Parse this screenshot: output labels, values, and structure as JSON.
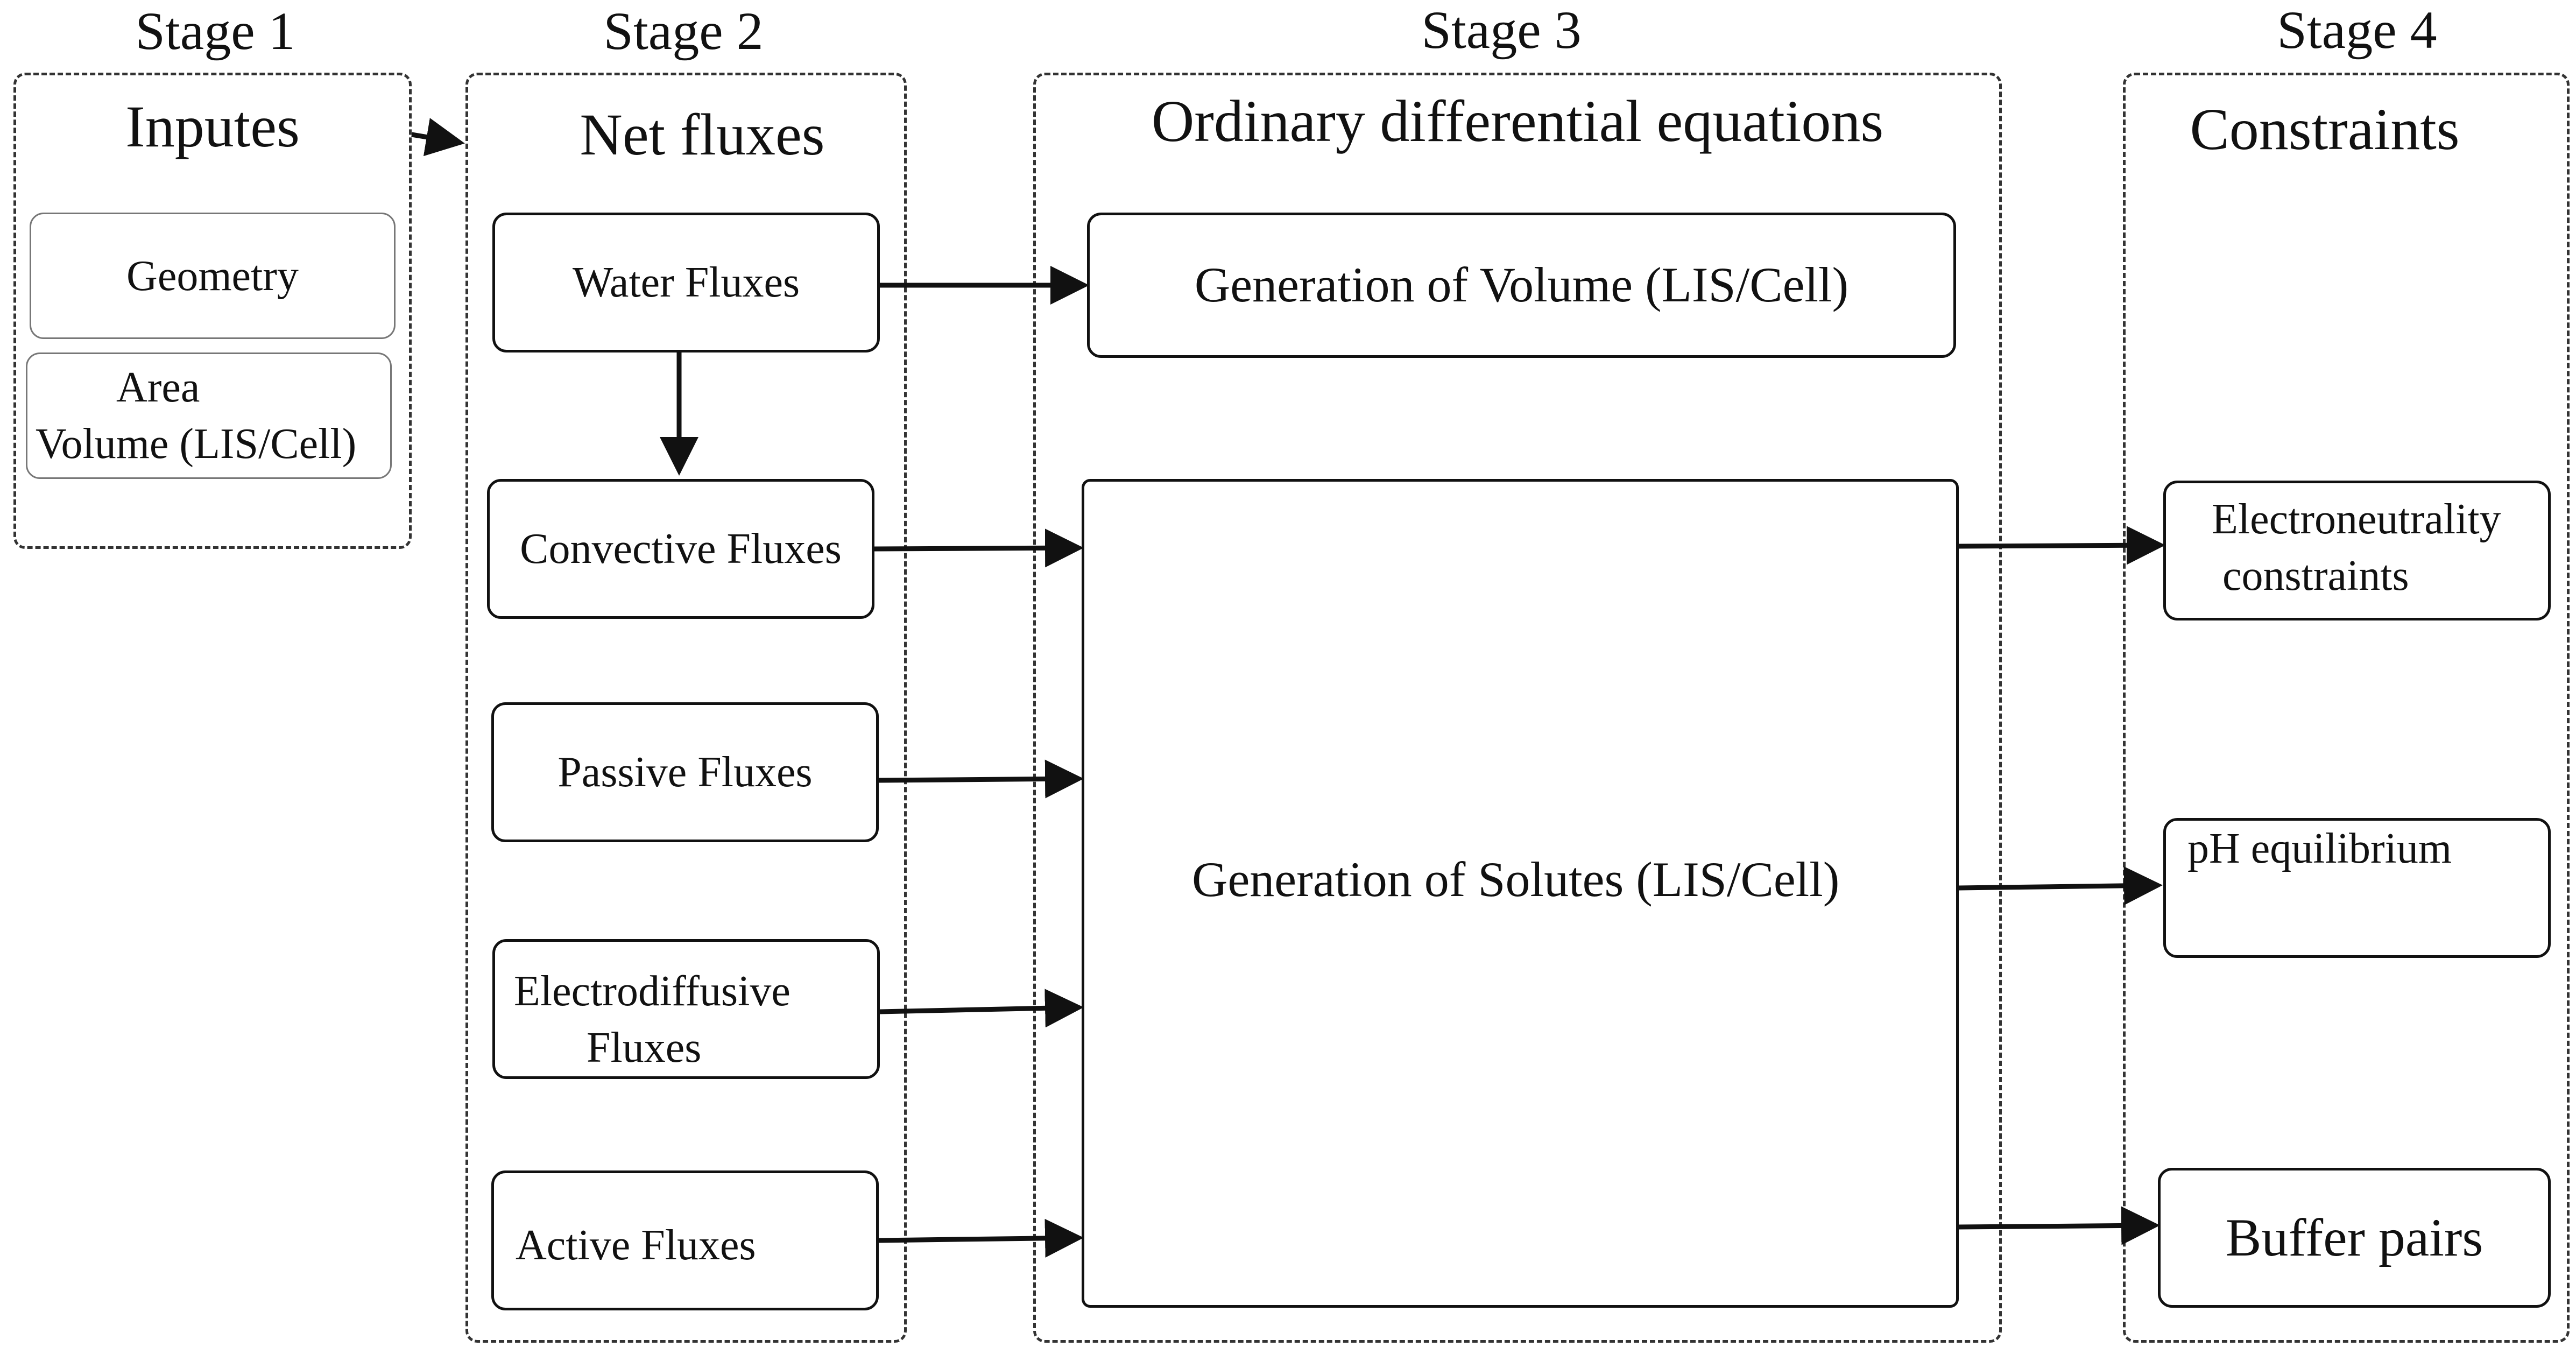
{
  "stages": [
    {
      "label": "Stage 1",
      "title": "Inputes"
    },
    {
      "label": "Stage 2",
      "title": "Net fluxes"
    },
    {
      "label": "Stage 3",
      "title": "Ordinary differential equations"
    },
    {
      "label": "Stage 4",
      "title": "Constraints"
    }
  ],
  "inputs": {
    "geometry": "Geometry",
    "area": "Area",
    "volume": "Volume (LIS/Cell)"
  },
  "fluxes": {
    "water": "Water Fluxes",
    "convective": "Convective Fluxes",
    "passive": "Passive Fluxes",
    "electrodiffusive_1": "Electrodiffusive",
    "electrodiffusive_2": "Fluxes",
    "active": "Active Fluxes"
  },
  "equations": {
    "volume": "Generation of Volume (LIS/Cell)",
    "solutes": "Generation of Solutes (LIS/Cell)"
  },
  "constraints": {
    "electroneutrality_1": "Electroneutrality",
    "electroneutrality_2": "constraints",
    "ph": "pH equilibrium",
    "buffer": "Buffer pairs"
  }
}
